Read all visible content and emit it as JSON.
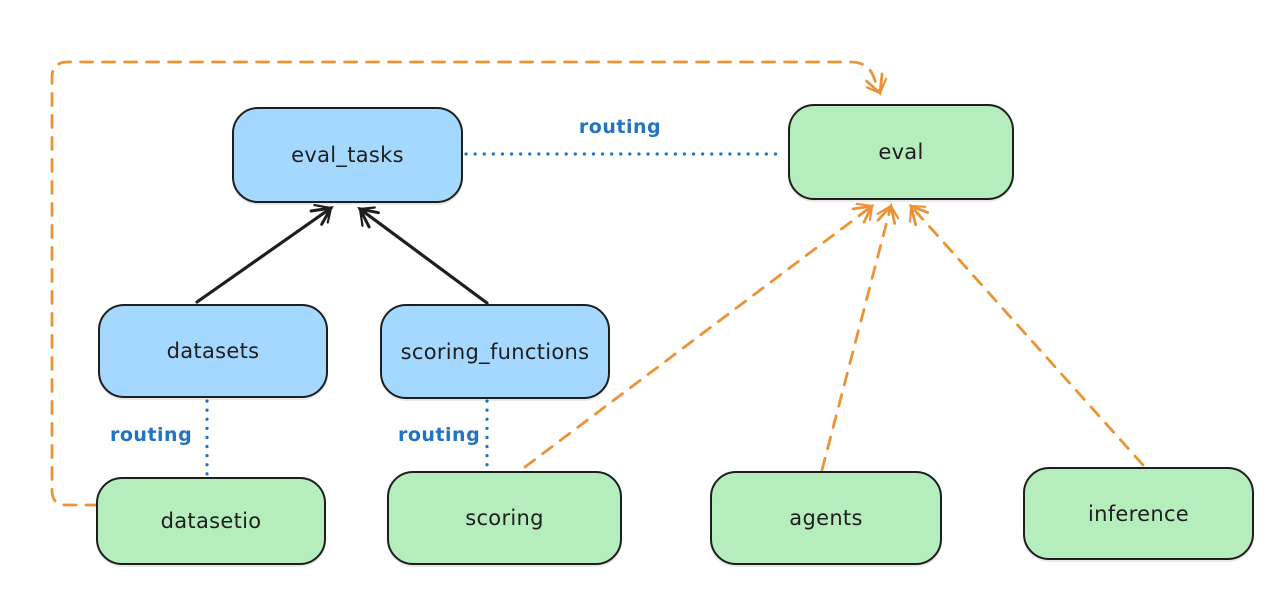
{
  "diagram": {
    "title": "",
    "nodes": [
      {
        "id": "eval_tasks",
        "label": "eval_tasks",
        "kind": "registry",
        "fill": "#a5d8ff"
      },
      {
        "id": "eval",
        "label": "eval",
        "kind": "api",
        "fill": "#b5edbc"
      },
      {
        "id": "datasets",
        "label": "datasets",
        "kind": "registry",
        "fill": "#a5d8ff"
      },
      {
        "id": "scoring_functions",
        "label": "scoring_functions",
        "kind": "registry",
        "fill": "#a5d8ff"
      },
      {
        "id": "datasetio",
        "label": "datasetio",
        "kind": "api",
        "fill": "#b5edbc"
      },
      {
        "id": "scoring",
        "label": "scoring",
        "kind": "api",
        "fill": "#b5edbc"
      },
      {
        "id": "agents",
        "label": "agents",
        "kind": "api",
        "fill": "#b5edbc"
      },
      {
        "id": "inference",
        "label": "inference",
        "kind": "api",
        "fill": "#b5edbc"
      }
    ],
    "edge_labels": [
      {
        "id": "routing-top",
        "text": "routing"
      },
      {
        "id": "routing-datasets",
        "text": "routing"
      },
      {
        "id": "routing-scoring",
        "text": "routing"
      }
    ],
    "edges": [
      {
        "from": "eval_tasks",
        "to": "eval",
        "style": "dotted",
        "color": "#2273c4",
        "arrow": false,
        "label": "routing"
      },
      {
        "from": "datasets",
        "to": "datasetio",
        "style": "dotted",
        "color": "#2273c4",
        "arrow": false,
        "label": "routing"
      },
      {
        "from": "scoring_functions",
        "to": "scoring",
        "style": "dotted",
        "color": "#2273c4",
        "arrow": false,
        "label": "routing"
      },
      {
        "from": "datasets",
        "to": "eval_tasks",
        "style": "solid",
        "color": "#1e1e1e",
        "arrow": true
      },
      {
        "from": "scoring_functions",
        "to": "eval_tasks",
        "style": "solid",
        "color": "#1e1e1e",
        "arrow": true
      },
      {
        "from": "scoring",
        "to": "eval",
        "style": "dashed",
        "color": "#ec9335",
        "arrow": true
      },
      {
        "from": "agents",
        "to": "eval",
        "style": "dashed",
        "color": "#ec9335",
        "arrow": true
      },
      {
        "from": "inference",
        "to": "eval",
        "style": "dashed",
        "color": "#ec9335",
        "arrow": true
      },
      {
        "from": "datasetio",
        "to": "eval",
        "style": "dashed",
        "color": "#ec9335",
        "arrow": true,
        "route": "around-top-left"
      }
    ],
    "colors": {
      "background": "#ffffff",
      "node_stroke": "#1e1e1e",
      "blue_fill": "#a5d8ff",
      "green_fill": "#b5edbc",
      "routing_blue": "#2273c4",
      "orange": "#ec9335"
    }
  }
}
